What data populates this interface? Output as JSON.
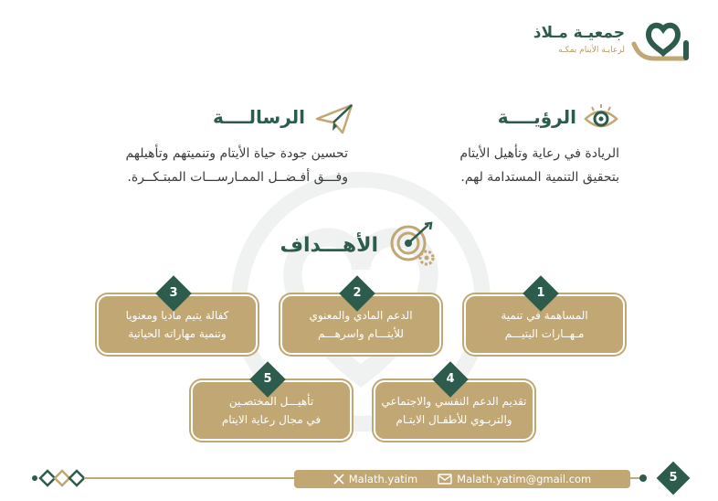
{
  "logo": {
    "title": "جمعيـة مـلاذ",
    "subtitle": "لرعايـة الأيتام بمكـه"
  },
  "vision": {
    "title": "الرؤيــــة",
    "lines": [
      "الريادة في رعاية وتأهيل الأيتام",
      "بتحقيق التنمية المستدامة لهم."
    ]
  },
  "mission": {
    "title": "الرسالــــة",
    "lines": [
      "تحسين جودة حياة الأيتام وتنميتهم وتأهيلهم",
      "وفـــق أفـضــل الممـارســـات المبتـكــرة."
    ]
  },
  "goals": {
    "title": "الأهـــداف",
    "items": [
      {
        "num": "1",
        "lines": [
          "المساهمة في تنمية",
          "مـهــارات اليتيـــم"
        ]
      },
      {
        "num": "2",
        "lines": [
          "الدعم المادي والمعنوي",
          "للأيتـــام واسرهـــم"
        ]
      },
      {
        "num": "3",
        "lines": [
          "كفالة يتيم ماديا ومعنويا",
          "وتنمية مهاراته الحياتية"
        ]
      },
      {
        "num": "4",
        "lines": [
          "تقديم الدعم النفسي والاجتماعي",
          "والتربـوي للأطفـال الايتـام"
        ]
      },
      {
        "num": "5",
        "lines": [
          "تأهيـــل المختصـين",
          "في مجال رعاية الايتام"
        ]
      }
    ]
  },
  "footer": {
    "twitter": "Malath.yatim",
    "email": "Malath.yatim@gmail.com",
    "page": "5"
  },
  "colors": {
    "green": "#2e5c4c",
    "gold": "#c0a773"
  }
}
